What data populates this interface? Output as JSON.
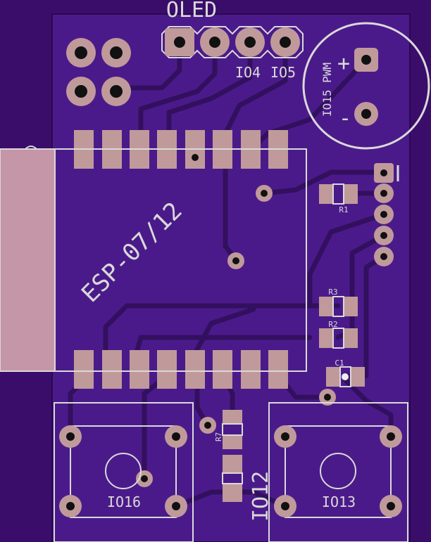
{
  "labels": {
    "oled": "OLED",
    "io4": "IO4",
    "io5": "IO5",
    "io15": "IO15 PWM",
    "plus": "+",
    "minus": "-",
    "module": "ESP-07/12",
    "r1": "R1",
    "r2": "R2",
    "r3": "R3",
    "c1": "C1",
    "r7": "R7",
    "io16": "IO16",
    "io13": "IO13",
    "io12": "IO12"
  },
  "colors": {
    "background": "#3a0d6b",
    "board": "#4b1a8a",
    "copper": "#c09a9a",
    "silkscreen": "#d9d9d9",
    "module_overlay": "#d8a8b0"
  }
}
